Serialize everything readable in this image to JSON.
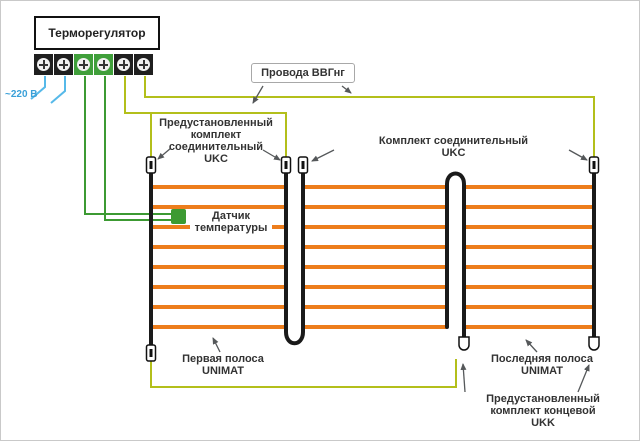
{
  "thermostat": {
    "title": "Терморегулятор"
  },
  "terminals": {
    "cells": [
      {
        "style": "background:#1f1f1f"
      },
      {
        "style": "background:#1f1f1f"
      },
      {
        "style": "background:#3f9f3a"
      },
      {
        "style": "background:#3f9f3a"
      },
      {
        "style": "background:#1f1f1f"
      },
      {
        "style": "background:#1f1f1f"
      }
    ]
  },
  "labels": {
    "mains": "~220 В",
    "wires": "Провода ВВГнг",
    "preinstalled_ukc": "Предустановленный\nкомплект\nсоединительный\nUKC",
    "ukc": "Комплект соединительный\nUKC",
    "sensor": "Датчик\nтемпературы",
    "first_strip": "Первая полоса\nUNIMAT",
    "last_strip": "Последняя полоса\nUNIMAT",
    "ukk": "Предустановленный\nкомплект концевой\nUKK"
  },
  "colors": {
    "power_wire": "#b3bf1b",
    "sensor_wire": "#3c9a32",
    "mains_wire": "#56b9e9",
    "heating_rod": "#ED7D1C",
    "bus_wire": "#1a1a1a",
    "arrow": "#55585a",
    "terminal_dark": "#1f1f1f",
    "terminal_green": "#3f9f3a"
  }
}
